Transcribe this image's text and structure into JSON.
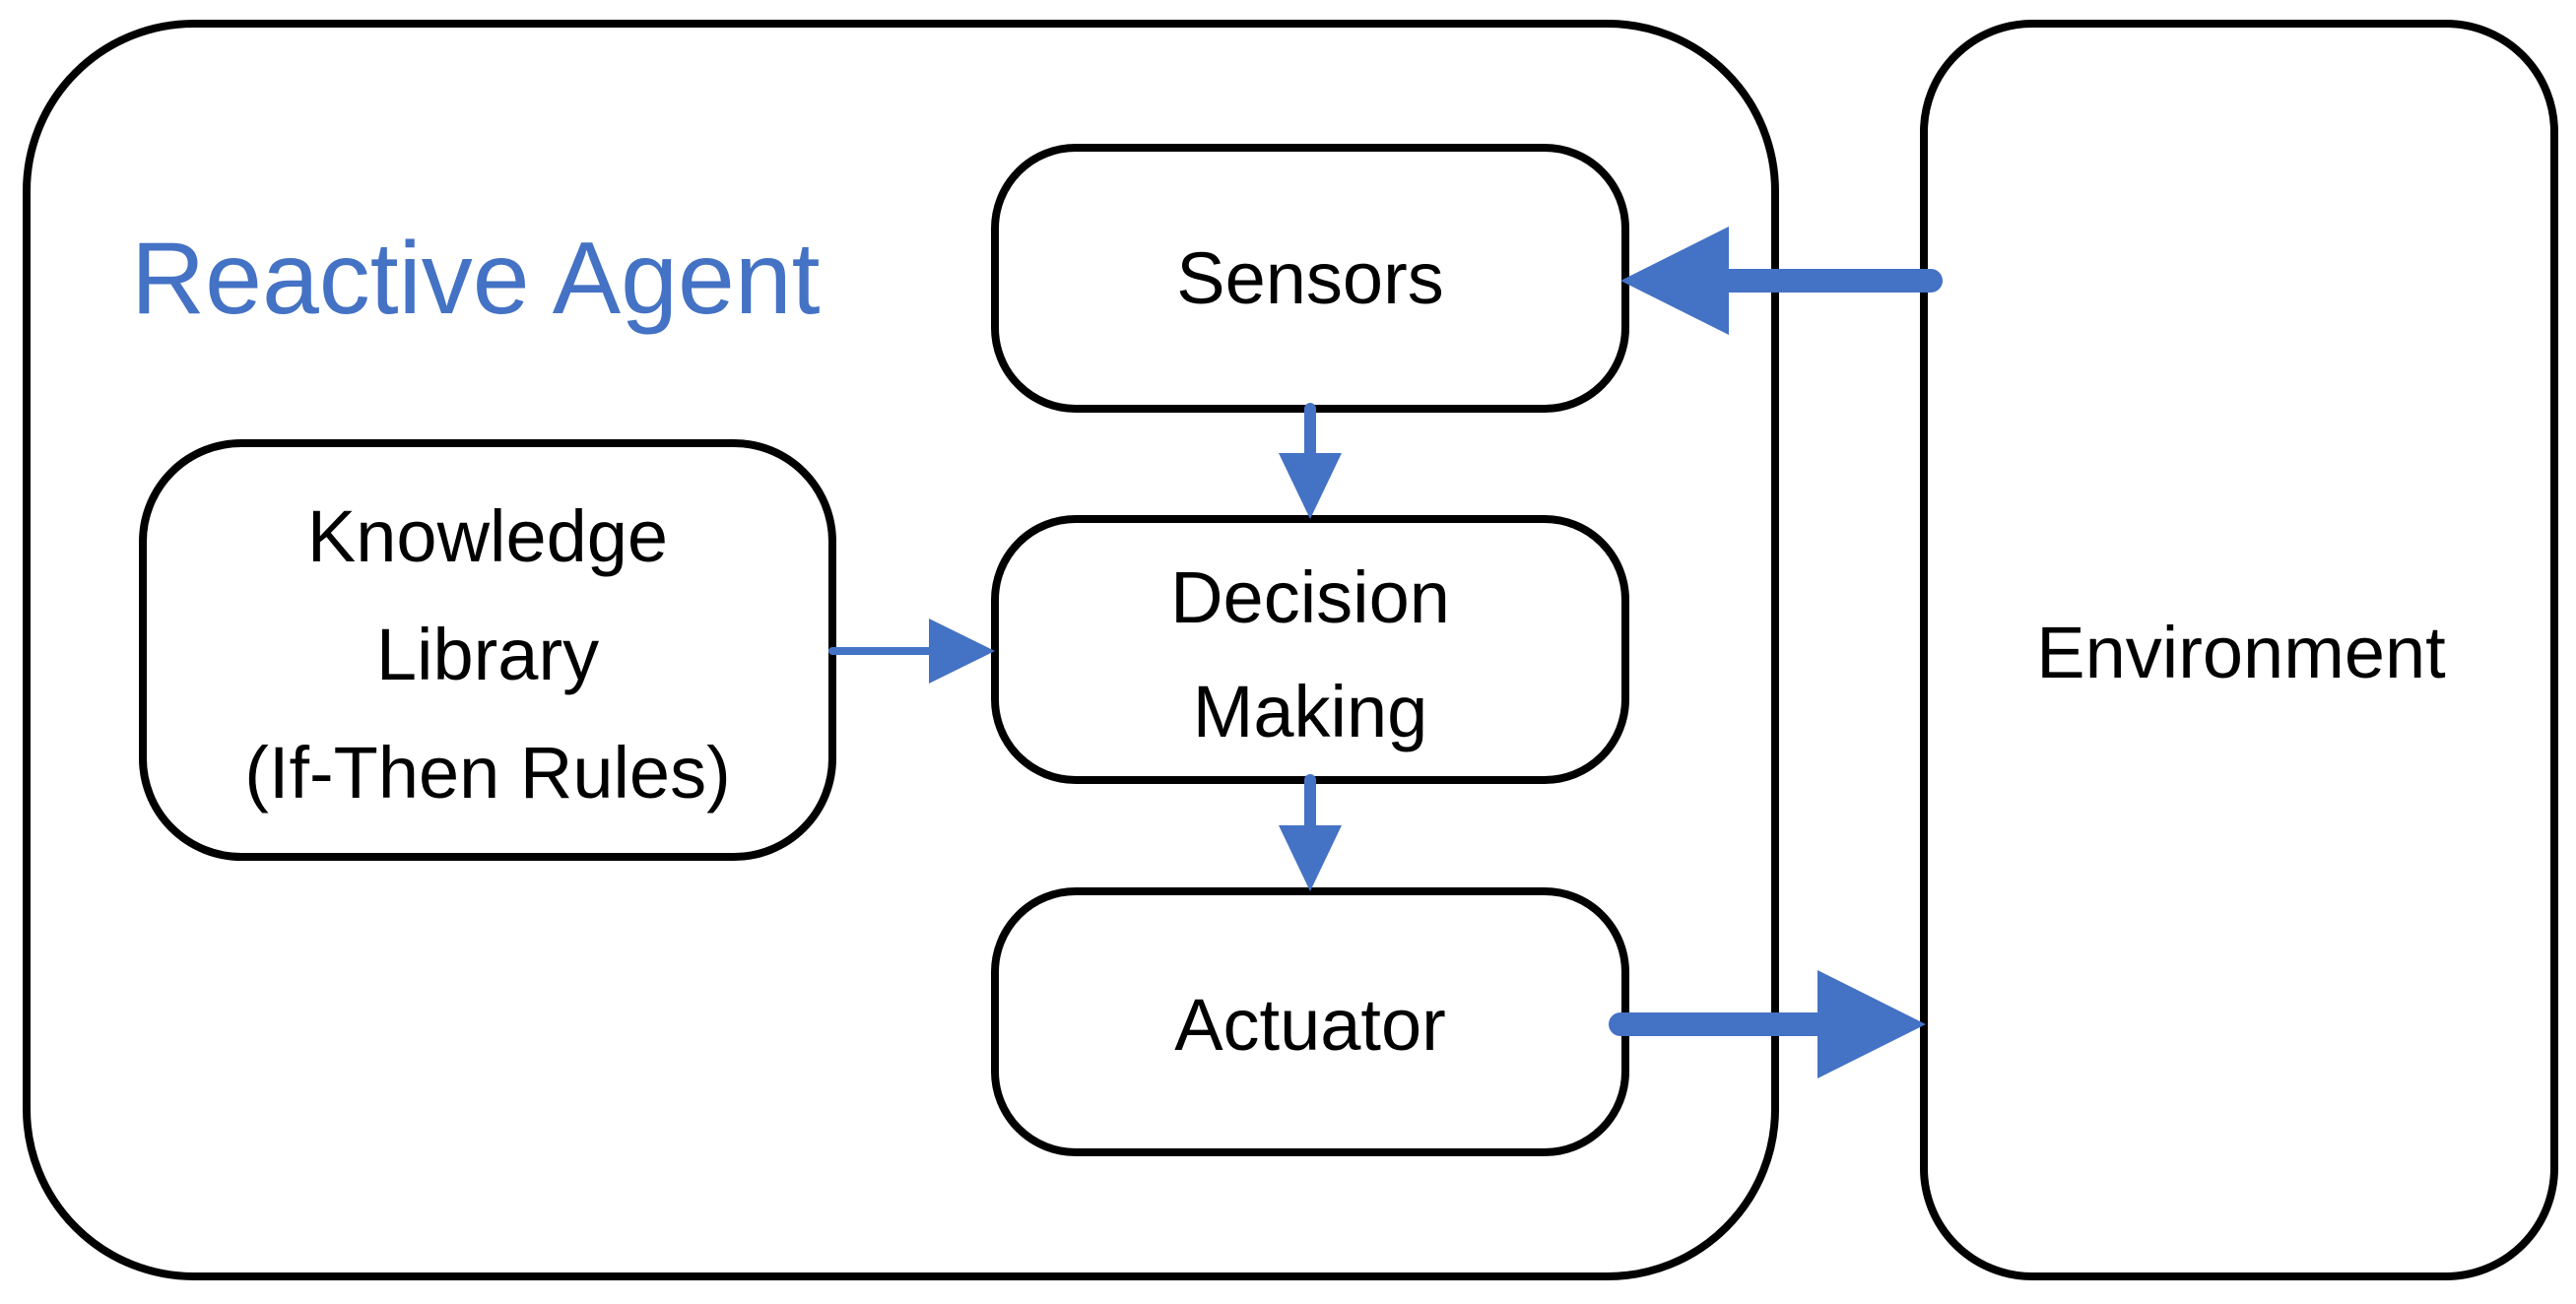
{
  "colors": {
    "accent": "#4472C4",
    "outline": "#000000",
    "background": "#FFFFFF"
  },
  "agent": {
    "title": "Reactive Agent"
  },
  "blocks": {
    "sensors": "Sensors",
    "decision": [
      "Decision",
      "Making"
    ],
    "actuator": "Actuator",
    "knowledge": [
      "Knowledge",
      "Library",
      "(If-Then Rules)"
    ],
    "environment": "Environment"
  }
}
